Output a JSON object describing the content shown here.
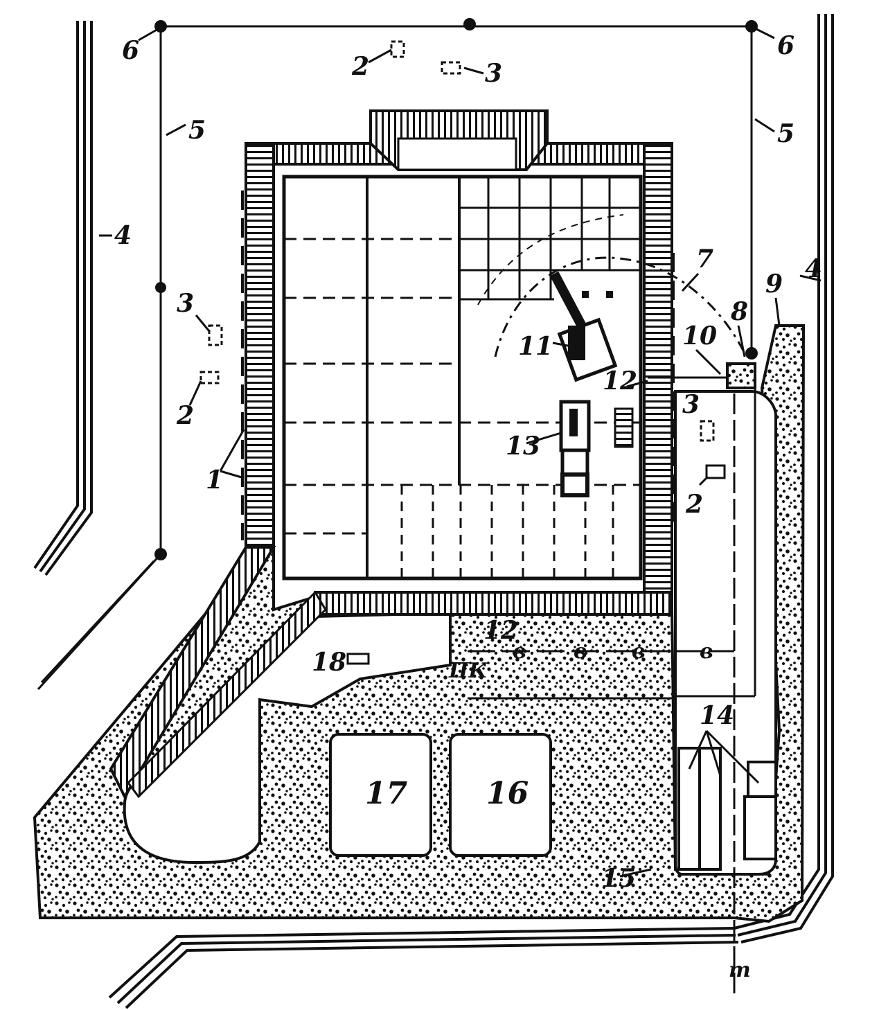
{
  "labels": {
    "n1": "1",
    "n2": "2",
    "n3": "3",
    "n4": "4",
    "n5": "5",
    "n6": "6",
    "n7": "7",
    "n8": "8",
    "n9": "9",
    "n10": "10",
    "n11": "11",
    "n12": "12",
    "n13": "13",
    "n14": "14",
    "n15": "15",
    "n16": "16",
    "n17": "17",
    "n18": "18",
    "marker_v": "в",
    "marker_pk": "ПК",
    "marker_t": "т"
  },
  "colors": {
    "ink": "#111111",
    "paper": "#ffffff"
  }
}
